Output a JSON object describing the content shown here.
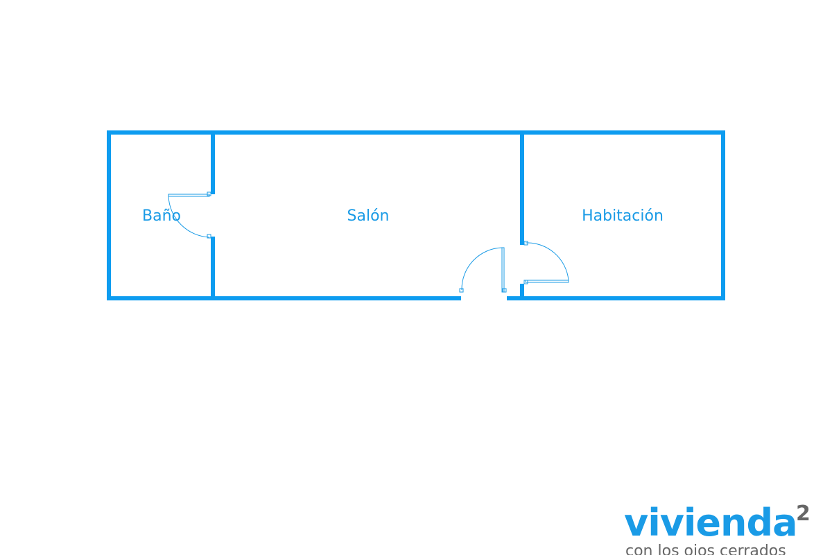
{
  "floorplan": {
    "wall_color": "#0d9cf0",
    "label_color": "#1a9be6",
    "rooms": [
      {
        "name": "Baño"
      },
      {
        "name": "Salón"
      },
      {
        "name": "Habitación"
      }
    ]
  },
  "logo": {
    "word": "vivienda",
    "superscript": "2",
    "tagline": "con los ojos cerrados",
    "brand_color": "#1a9be6",
    "secondary_color": "#666666"
  }
}
